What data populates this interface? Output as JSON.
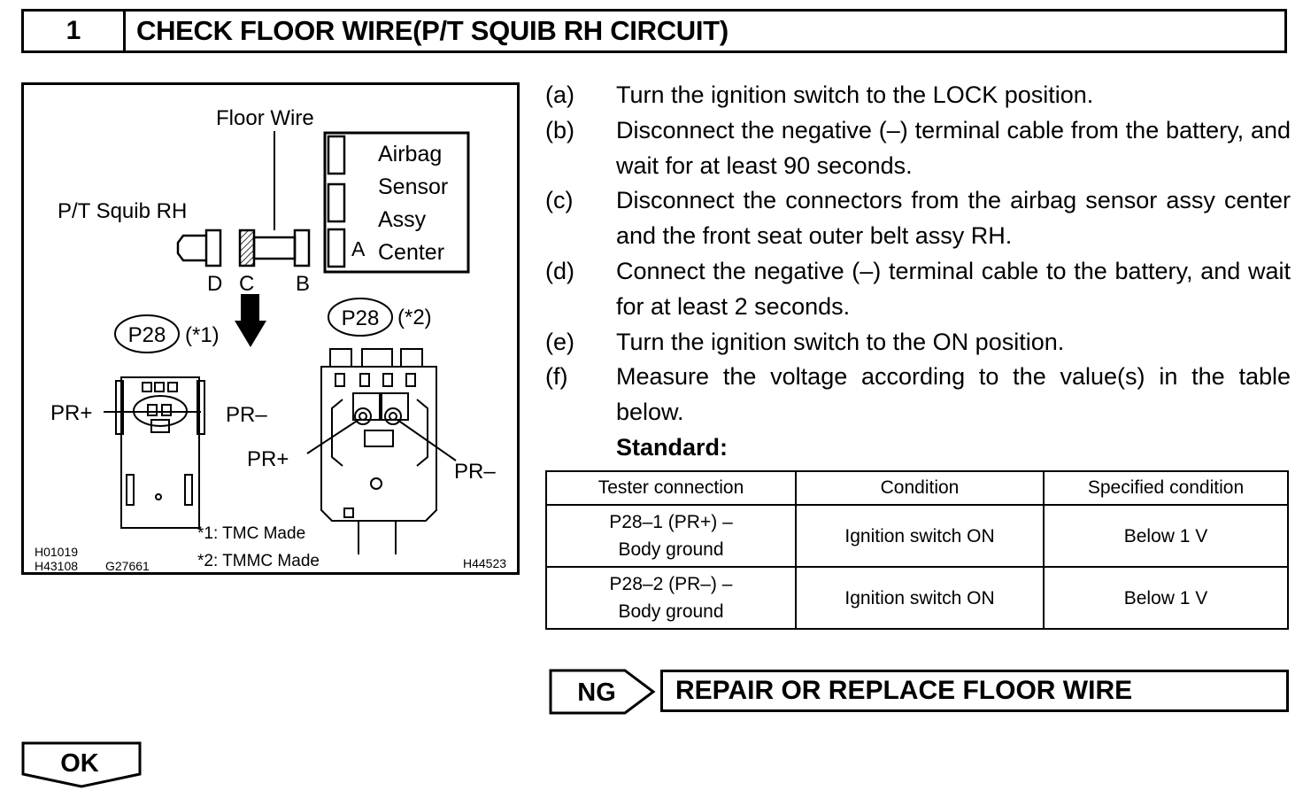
{
  "header": {
    "step_number": "1",
    "title": "CHECK FLOOR WIRE(P/T SQUIB RH CIRCUIT)"
  },
  "illustration": {
    "floor_wire": "Floor Wire",
    "pt_squib": "P/T Squib RH",
    "airbag_lines": [
      "Airbag",
      "Sensor",
      "Assy",
      "Center"
    ],
    "conn_a": "A",
    "conn_b": "B",
    "conn_c": "C",
    "conn_d": "D",
    "p28_left": "P28",
    "note_left": "(*1)",
    "p28_right": "P28",
    "note_right": "(*2)",
    "pr_plus_left": "PR+",
    "pr_minus_left": "PR–",
    "pr_plus_right": "PR+",
    "pr_minus_right": "PR–",
    "tmc_note": "*1: TMC Made",
    "tmmc_note": "*2: TMMC Made",
    "code_1": "H01019",
    "code_2": "H43108",
    "code_3": "G27661",
    "code_4": "H44523"
  },
  "steps": [
    {
      "label": "(a)",
      "text": "Turn the ignition switch to the LOCK position."
    },
    {
      "label": "(b)",
      "text": "Disconnect the negative (–) terminal cable from the battery, and wait for at least 90 seconds."
    },
    {
      "label": "(c)",
      "text": "Disconnect the connectors from the airbag sensor assy center and the front seat outer belt assy RH."
    },
    {
      "label": "(d)",
      "text": "Connect the negative (–) terminal cable to the battery, and wait for at least 2 seconds."
    },
    {
      "label": "(e)",
      "text": "Turn the ignition switch to the ON position."
    },
    {
      "label": "(f)",
      "text": "Measure the voltage according to the value(s) in the table below."
    }
  ],
  "standard_label": "Standard:",
  "table": {
    "headers": [
      "Tester connection",
      "Condition",
      "Specified condition"
    ],
    "rows": [
      {
        "conn_1": "P28–1 (PR+) –",
        "conn_2": "Body ground",
        "condition": "Ignition switch ON",
        "spec": "Below 1 V"
      },
      {
        "conn_1": "P28–2 (PR–) –",
        "conn_2": "Body ground",
        "condition": "Ignition switch ON",
        "spec": "Below 1 V"
      }
    ]
  },
  "ng_label": "NG",
  "ng_result": "REPAIR OR REPLACE FLOOR WIRE",
  "ok_label": "OK"
}
